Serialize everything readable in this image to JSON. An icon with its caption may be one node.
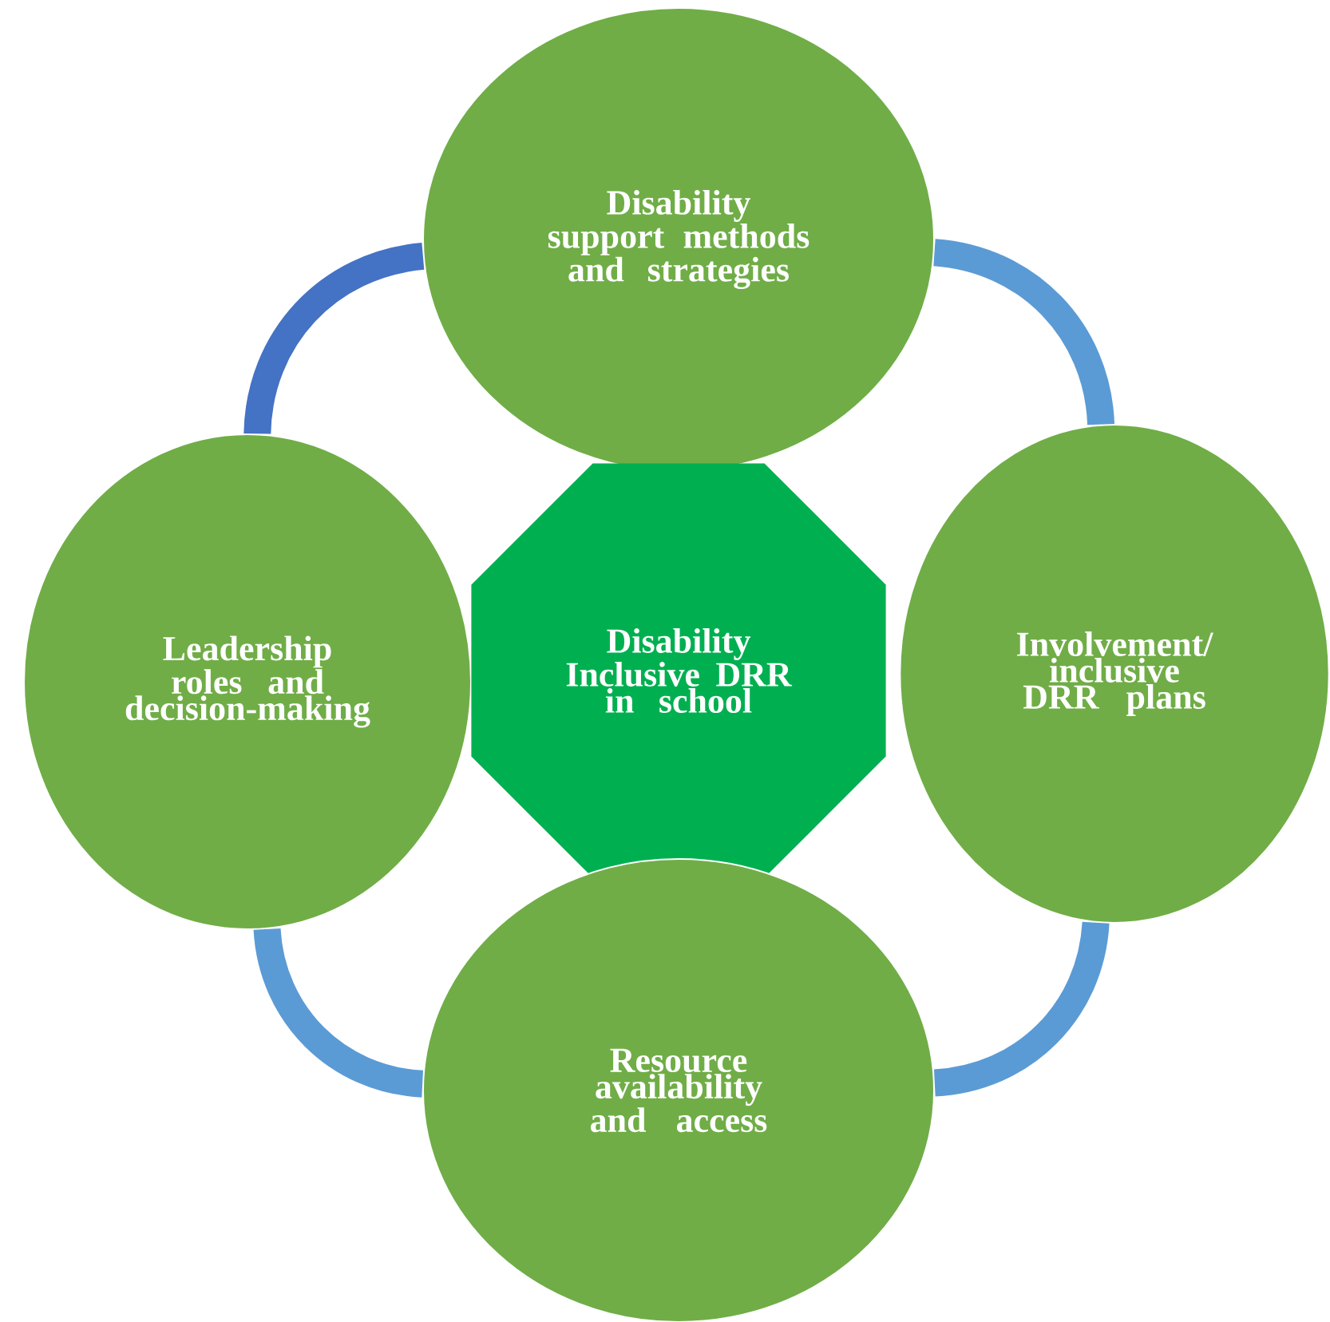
{
  "diagram": {
    "nodes": [
      {
        "text": [
          "Disability support methods and strategies"
        ]
      },
      {
        "text": [
          "Leadership roles and decision-making"
        ]
      },
      {
        "text": [
          "Disability Inclusive DRR in school"
        ]
      },
      {
        "text": [
          "Involvement/ inclusive DRR plans"
        ]
      },
      {
        "text": [
          "Resource availability and access"
        ]
      }
    ],
    "edges": [
      {
        "from": 1,
        "to": 0,
        "arrow": "none",
        "color": "#4472c4"
      },
      {
        "from": 0,
        "to": 3,
        "arrow": "none"
      },
      {
        "from": 3,
        "to": 4,
        "arrow": "none"
      },
      {
        "from": 4,
        "to": 1,
        "arrow": "none"
      }
    ]
  }
}
